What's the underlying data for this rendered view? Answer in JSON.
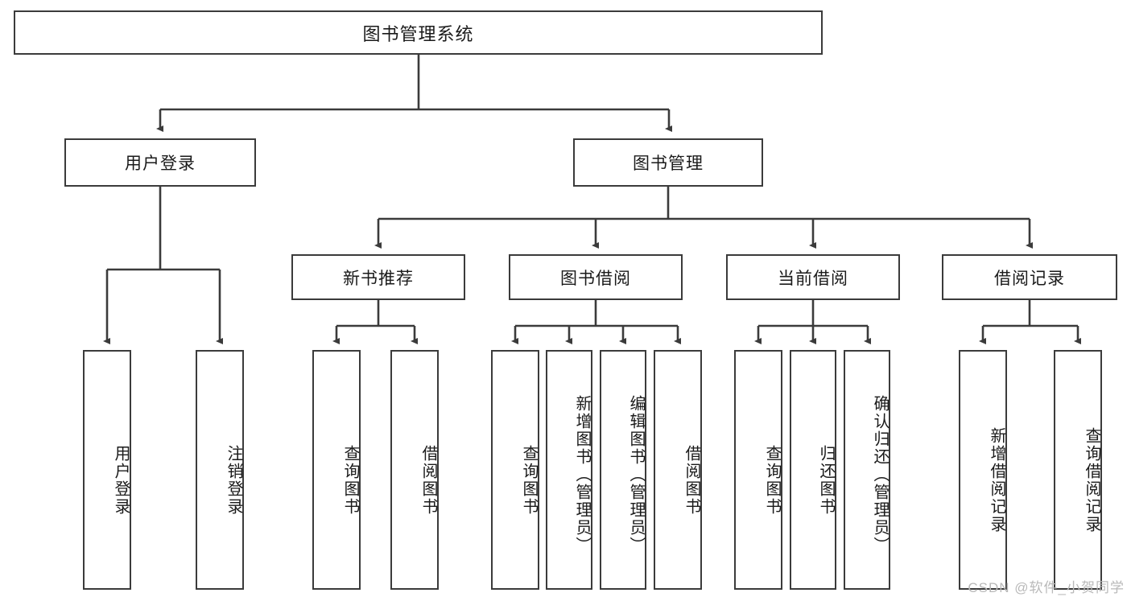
{
  "diagram": {
    "type": "tree-hierarchy-chart",
    "title": "图书管理系统",
    "watermark": "CSDN @软件_小贺同学",
    "colors": {
      "stroke": "#3b3b3b",
      "fill": "#ffffff",
      "text": "#1a1a1a",
      "watermark": "#b9b9b9"
    },
    "root": {
      "label": "图书管理系统"
    },
    "level2": [
      {
        "label": "用户登录"
      },
      {
        "label": "图书管理"
      }
    ],
    "level3": [
      {
        "label": "新书推荐"
      },
      {
        "label": "图书借阅"
      },
      {
        "label": "当前借阅"
      },
      {
        "label": "借阅记录"
      }
    ],
    "leaves": {
      "user_login": [
        {
          "label": "用户登录"
        },
        {
          "label": "注销登录"
        }
      ],
      "new_book": [
        {
          "label": "查询图书"
        },
        {
          "label": "借阅图书"
        }
      ],
      "borrow": [
        {
          "label": "查询图书"
        },
        {
          "label": "新增图书（管理员）"
        },
        {
          "label": "编辑图书（管理员）"
        },
        {
          "label": "借阅图书"
        }
      ],
      "current": [
        {
          "label": "查询图书"
        },
        {
          "label": "归还图书"
        },
        {
          "label": "确认归还（管理员）"
        }
      ],
      "records": [
        {
          "label": "新增借阅记录"
        },
        {
          "label": "查询借阅记录"
        }
      ]
    }
  }
}
